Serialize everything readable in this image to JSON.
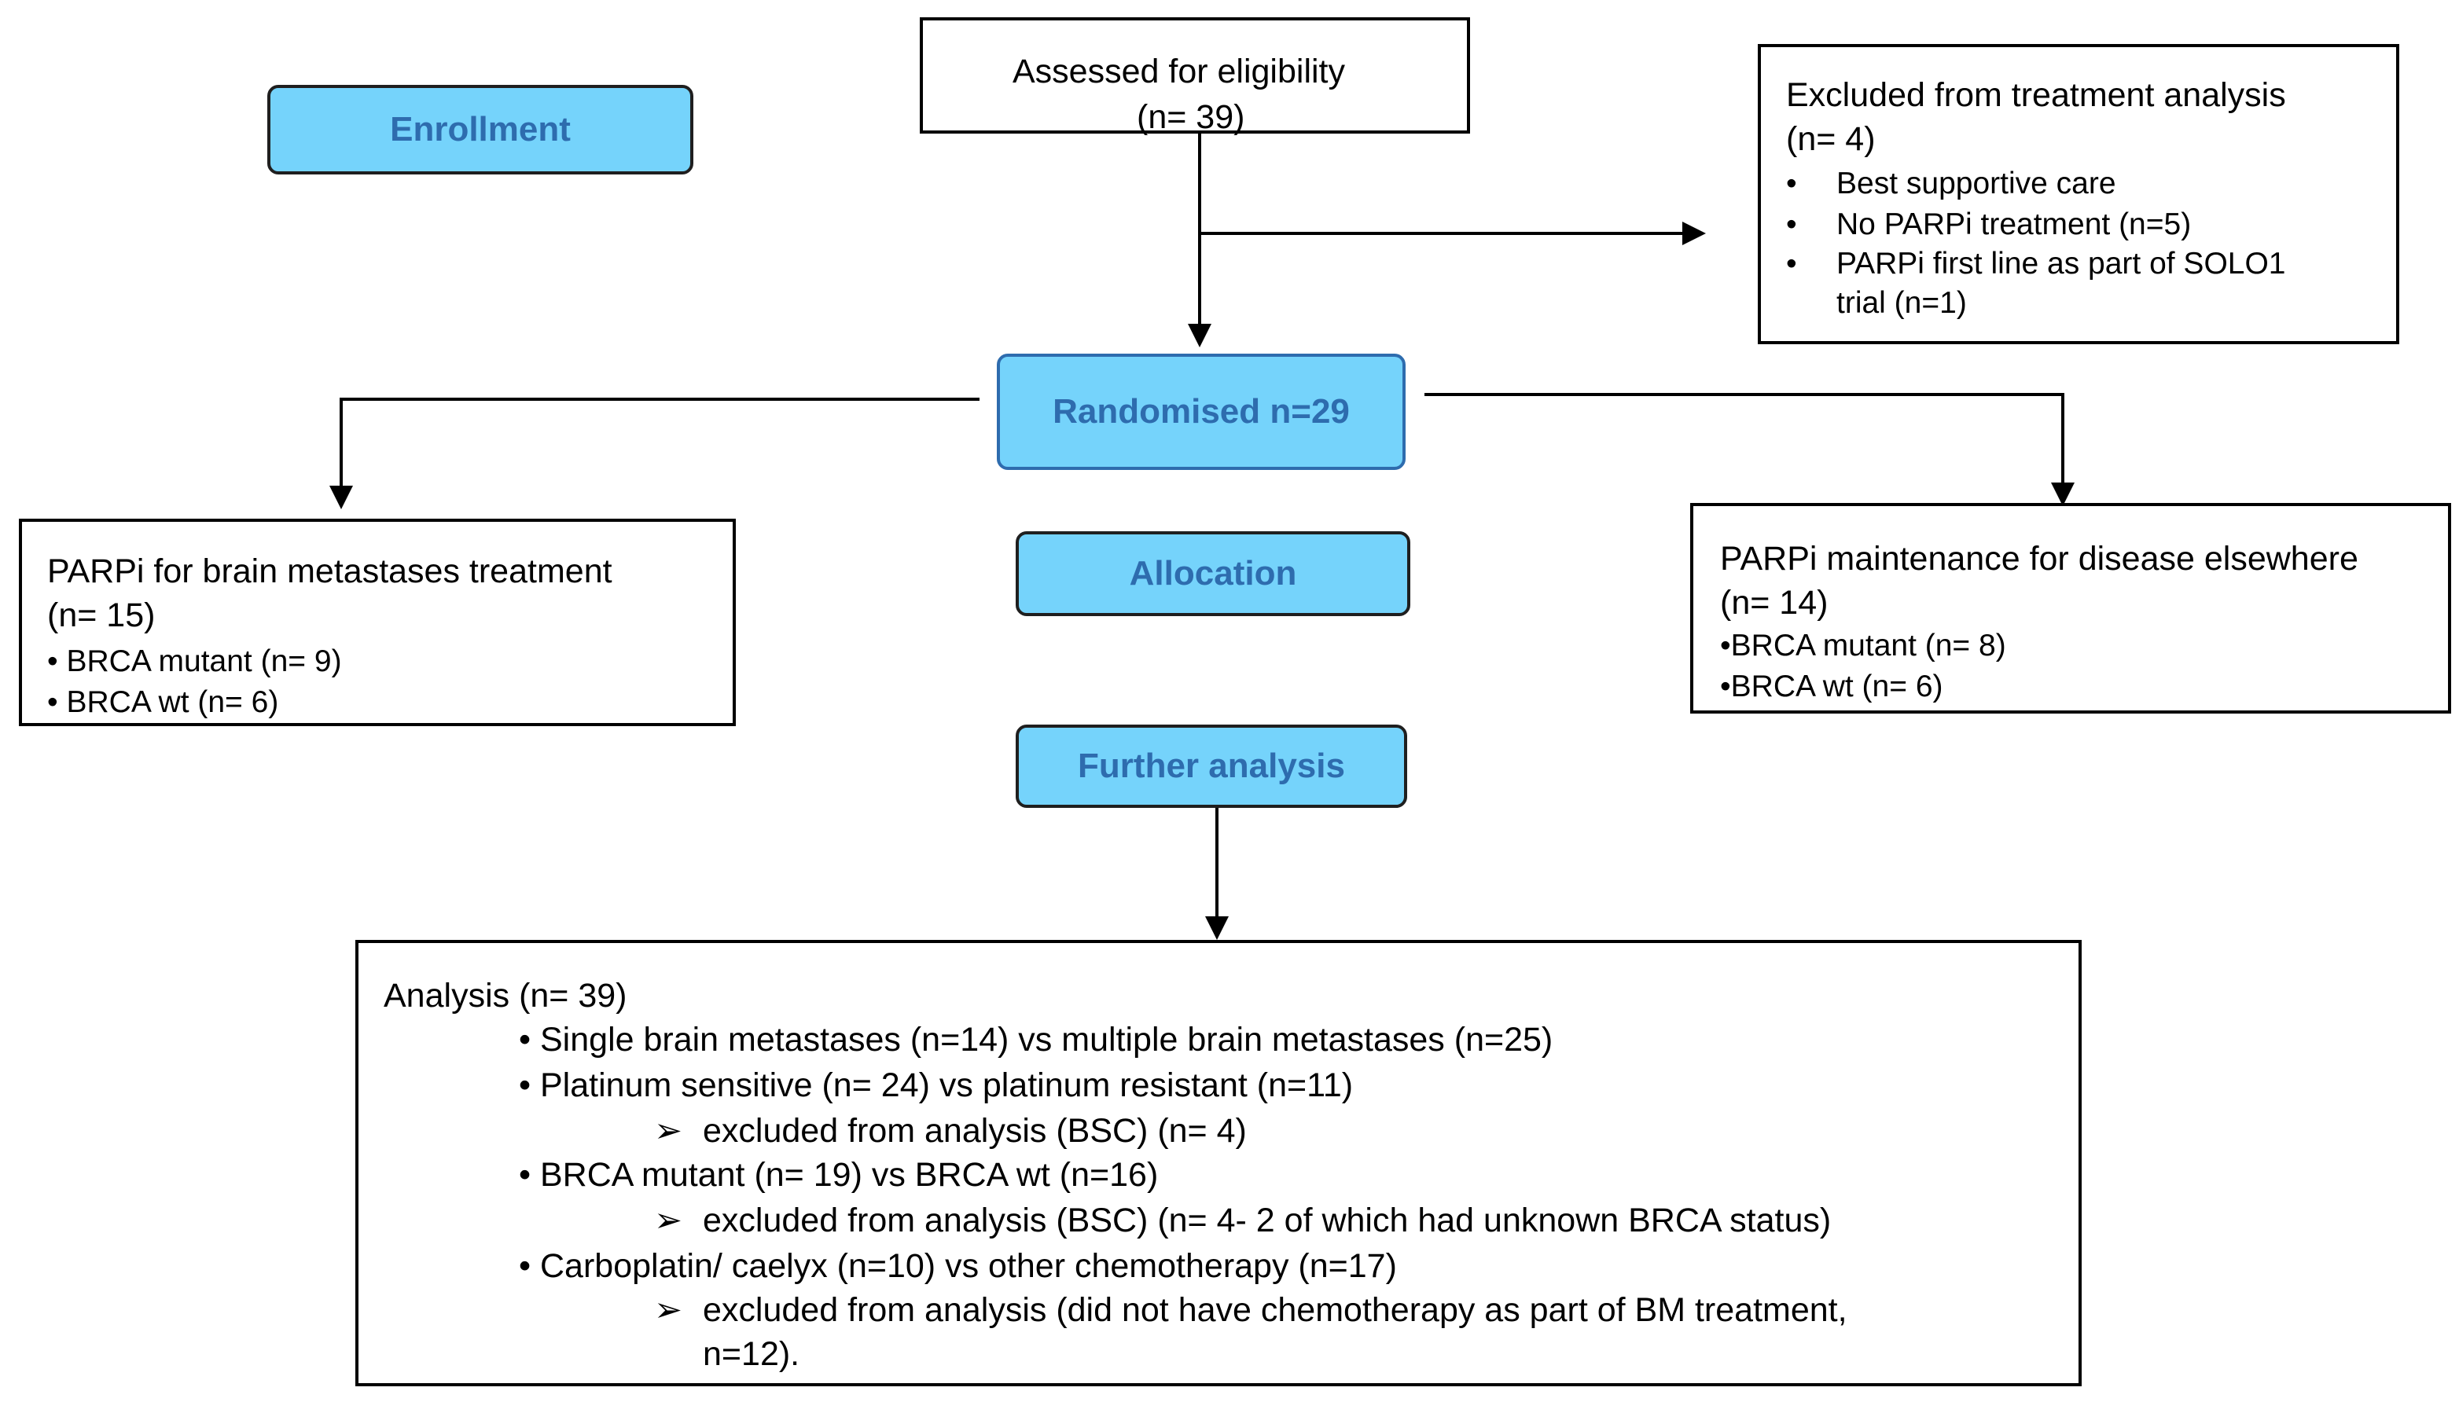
{
  "stages": {
    "enrollment": "Enrollment",
    "randomised": "Randomised n=29",
    "allocation": "Allocation",
    "further_analysis": "Further analysis"
  },
  "eligibility": {
    "title": "Assessed for eligibility",
    "count": "(n= 39)"
  },
  "excluded": {
    "title": "Excluded from treatment analysis",
    "count": "(n= 4)",
    "items": [
      "Best supportive care",
      "No PARPi treatment (n=5)",
      "PARPi first line as part of SOLO1",
      "trial (n=1)"
    ]
  },
  "left_arm": {
    "title": "PARPi for brain metastases treatment",
    "count": "(n= 15)",
    "items": [
      "• BRCA mutant (n= 9)",
      "• BRCA wt (n= 6)"
    ]
  },
  "right_arm": {
    "title": "PARPi maintenance for disease elsewhere",
    "count": "(n= 14)",
    "items": [
      "•BRCA mutant (n= 8)",
      "•BRCA wt (n= 6)"
    ]
  },
  "analysis": {
    "title": "Analysis (n= 39)",
    "lines": [
      "• Single brain metastases (n=14) vs multiple brain metastases (n=25)",
      "• Platinum sensitive (n= 24) vs platinum resistant (n=11)",
      "excluded from analysis (BSC) (n= 4)",
      "• BRCA mutant (n= 19) vs BRCA wt (n=16)",
      "excluded from analysis (BSC) (n= 4- 2 of which had unknown BRCA status)",
      "• Carboplatin/ caelyx (n=10) vs other chemotherapy (n=17)",
      "excluded from analysis (did not have chemotherapy as part of BM treatment,",
      "n=12)."
    ]
  },
  "glyphs": {
    "bullet": "•",
    "arrow": "➢"
  },
  "colors": {
    "stage_fill": "#75d3fb",
    "stage_text": "#2e6cae"
  }
}
